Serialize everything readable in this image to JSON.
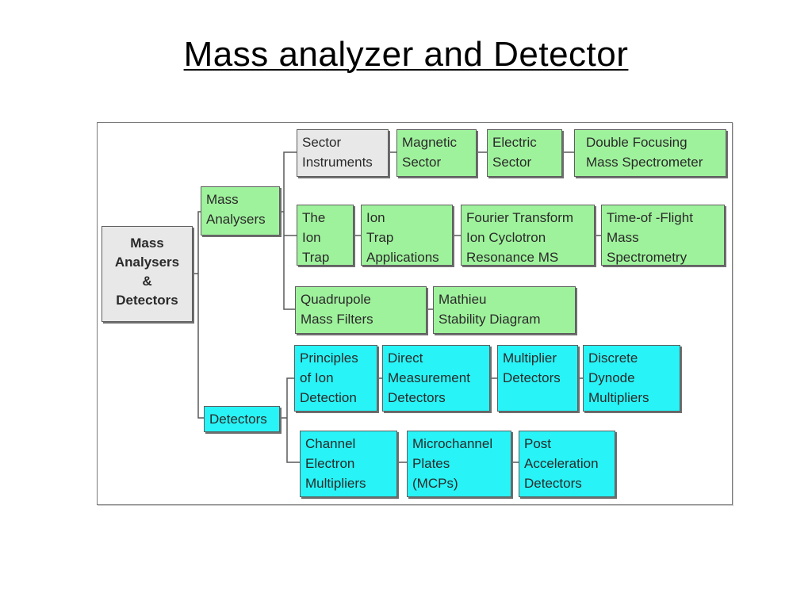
{
  "title": "Mass analyzer and Detector",
  "nodes": {
    "root": "Mass\nAnalysers\n&\nDetectors",
    "mass_analysers": "Mass\nAnalysers",
    "detectors": "Detectors",
    "sector_instruments": "Sector\nInstruments",
    "magnetic_sector": "Magnetic\nSector",
    "electric_sector": "Electric\nSector",
    "double_focusing": "Double Focusing\nMass Spectrometer",
    "ion_trap": "The\nIon\nTrap",
    "ion_trap_applications": "Ion\nTrap\nApplications",
    "ft_icr": "Fourier Transform\nIon Cyclotron\nResonance MS",
    "tof": "Time-of -Flight\nMass\nSpectrometry",
    "quadrupole": "Quadrupole\nMass Filters",
    "mathieu": "Mathieu\nStability Diagram",
    "principles": "Principles\nof Ion\nDetection",
    "direct_measurement": "Direct\nMeasurement\nDetectors",
    "multiplier_detectors": "Multiplier\nDetectors",
    "discrete_dynode": "Discrete\nDynode\nMultipliers",
    "channel_electron": "Channel\nElectron\nMultipliers",
    "microchannel": "Microchannel\nPlates\n(MCPs)",
    "post_acceleration": "Post\nAcceleration\nDetectors"
  },
  "colors": {
    "category": "#e8e8e8",
    "analyser": "#9ff29c",
    "detector": "#28f3f6",
    "connector": "#5a5a5a"
  }
}
